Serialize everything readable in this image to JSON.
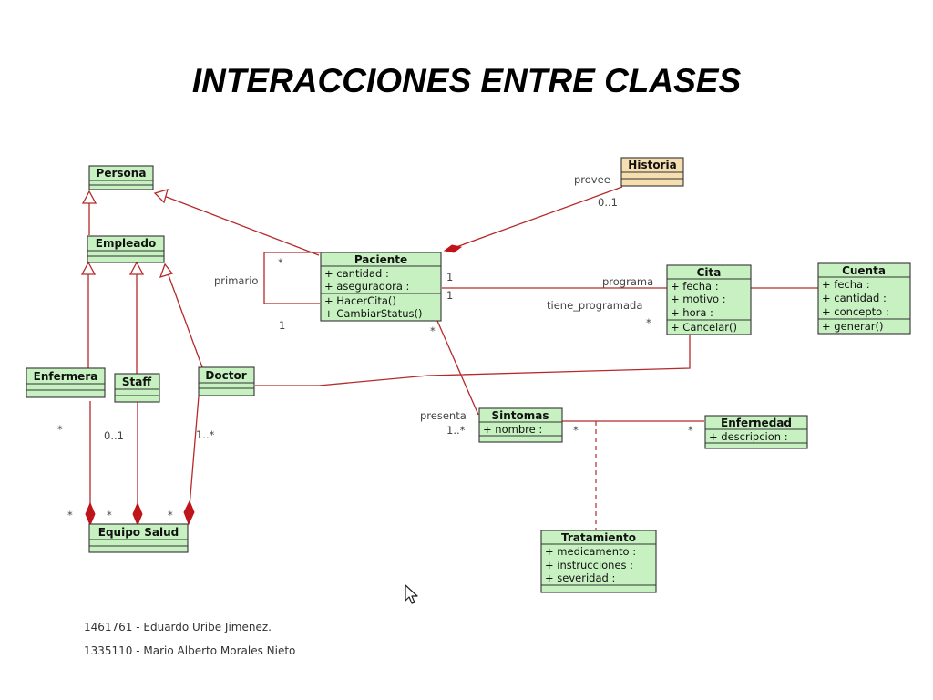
{
  "slide": {
    "title": "INTERACCIONES ENTRE CLASES"
  },
  "colors": {
    "class_fill": "#c7f1c1",
    "class_border": "#333333",
    "history_fill": "#f5deb0",
    "link": "#b52a2a",
    "diamond": "#c0141b"
  },
  "classes": {
    "persona": {
      "name": "Persona",
      "attrs": []
    },
    "empleado": {
      "name": "Empleado",
      "attrs": []
    },
    "historia": {
      "name": "Historia",
      "attrs": []
    },
    "paciente": {
      "name": "Paciente",
      "attrs": [
        "+ cantidad :",
        "+ aseguradora :"
      ],
      "ops": [
        "+ HacerCita()",
        "+ CambiarStatus()"
      ]
    },
    "cita": {
      "name": "Cita",
      "attrs": [
        "+ fecha :",
        "+ motivo :",
        "+ hora :"
      ],
      "ops": [
        "+ Cancelar()"
      ]
    },
    "cuenta": {
      "name": "Cuenta",
      "attrs": [
        "+ fecha :",
        "+ cantidad :",
        "+ concepto :"
      ],
      "ops": [
        "+ generar()"
      ]
    },
    "enfermera": {
      "name": "Enfermera",
      "attrs": []
    },
    "staff": {
      "name": "Staff",
      "attrs": []
    },
    "doctor": {
      "name": "Doctor",
      "attrs": []
    },
    "sintomas": {
      "name": "Sintomas",
      "attrs": [
        "+ nombre :"
      ]
    },
    "enfernedad": {
      "name": "Enfernedad",
      "attrs": [
        "+ descripcion :"
      ]
    },
    "equipo": {
      "name": "Equipo Salud",
      "attrs": []
    },
    "tratamiento": {
      "name": "Tratamiento",
      "attrs": [
        "+ medicamento :",
        "+ instrucciones :",
        "+ severidad :"
      ]
    }
  },
  "labels": {
    "provee": "provee",
    "historia_mult": "0..1",
    "primario": "primario",
    "self_star": "*",
    "self_one": "1",
    "paciente_cita_1a": "1",
    "paciente_cita_1b": "1",
    "programa": "programa",
    "tiene_programada": "tiene_programada",
    "cita_star": "*",
    "paciente_star": "*",
    "presenta": "presenta",
    "sintomas_mult": "1..*",
    "sintomas_star": "*",
    "enfernedad_star": "*",
    "enfermera_star": "*",
    "staff_mult": "0..1",
    "doctor_mult": "1..*",
    "equipo_star_1": "*",
    "equipo_star_2": "*",
    "equipo_star_3": "*"
  },
  "authors": [
    "1461761 - Eduardo Uribe Jimenez.",
    "1335110 - Mario Alberto Morales Nieto"
  ]
}
